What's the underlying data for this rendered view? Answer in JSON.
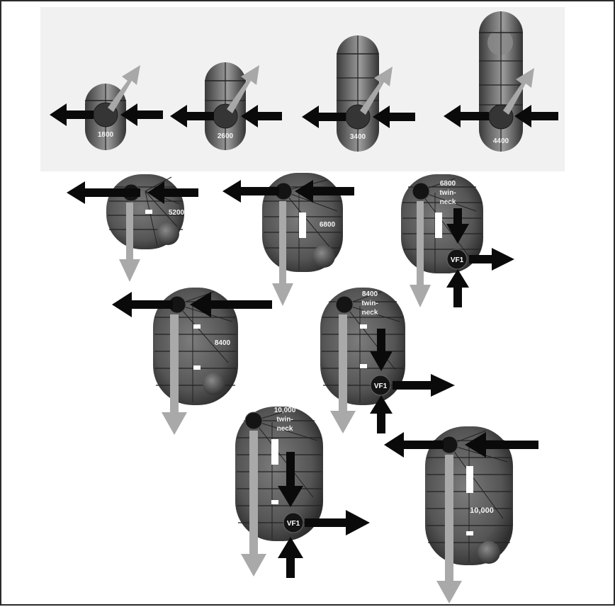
{
  "tanks": {
    "t1800": {
      "label": "1800"
    },
    "t2600": {
      "label": "2600"
    },
    "t3400": {
      "label": "3400"
    },
    "t4400": {
      "label": "4400"
    },
    "t5200": {
      "label": "5200"
    },
    "t6800": {
      "label": "6800"
    },
    "t6800tn": {
      "label_line1": "6800",
      "label_line2": "twin-",
      "label_line3": "neck",
      "valve": "VF1"
    },
    "t8400": {
      "label": "8400"
    },
    "t8400tn": {
      "label_line1": "8400",
      "label_line2": "twin-",
      "label_line3": "neck",
      "valve": "VF1"
    },
    "t10000tn": {
      "label_line1": "10,000",
      "label_line2": "twin-",
      "label_line3": "neck",
      "valve": "VF1"
    },
    "t10000": {
      "label": "10,000"
    }
  },
  "colors": {
    "tank_body": "#5e5e5e",
    "tank_dark": "#2b2b2b",
    "arrow_black": "#0a0a0a",
    "arrow_grey": "#a9a9a9",
    "background_band": "#f1f1f1"
  }
}
